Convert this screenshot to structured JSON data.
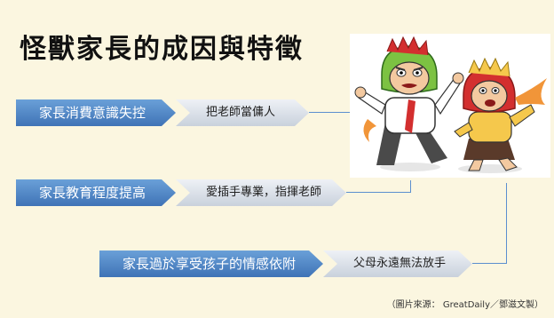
{
  "title": "怪獸家長的成因與特徵",
  "rows": [
    {
      "cause": "家長消費意識失控",
      "effect": "把老師當傭人"
    },
    {
      "cause": "家長教育程度提高",
      "effect": "愛插手專業，指揮老師"
    },
    {
      "cause": "家長過於享受孩子的情感依附",
      "effect": "父母永遠無法放手"
    }
  ],
  "source": "（圖片來源： GreatDaily／鄧滋文製）",
  "colors": {
    "cause": "#4a7fc1",
    "effect": "#dde2ea",
    "background": "#fbf6e0",
    "connector": "#5b8fcf"
  }
}
